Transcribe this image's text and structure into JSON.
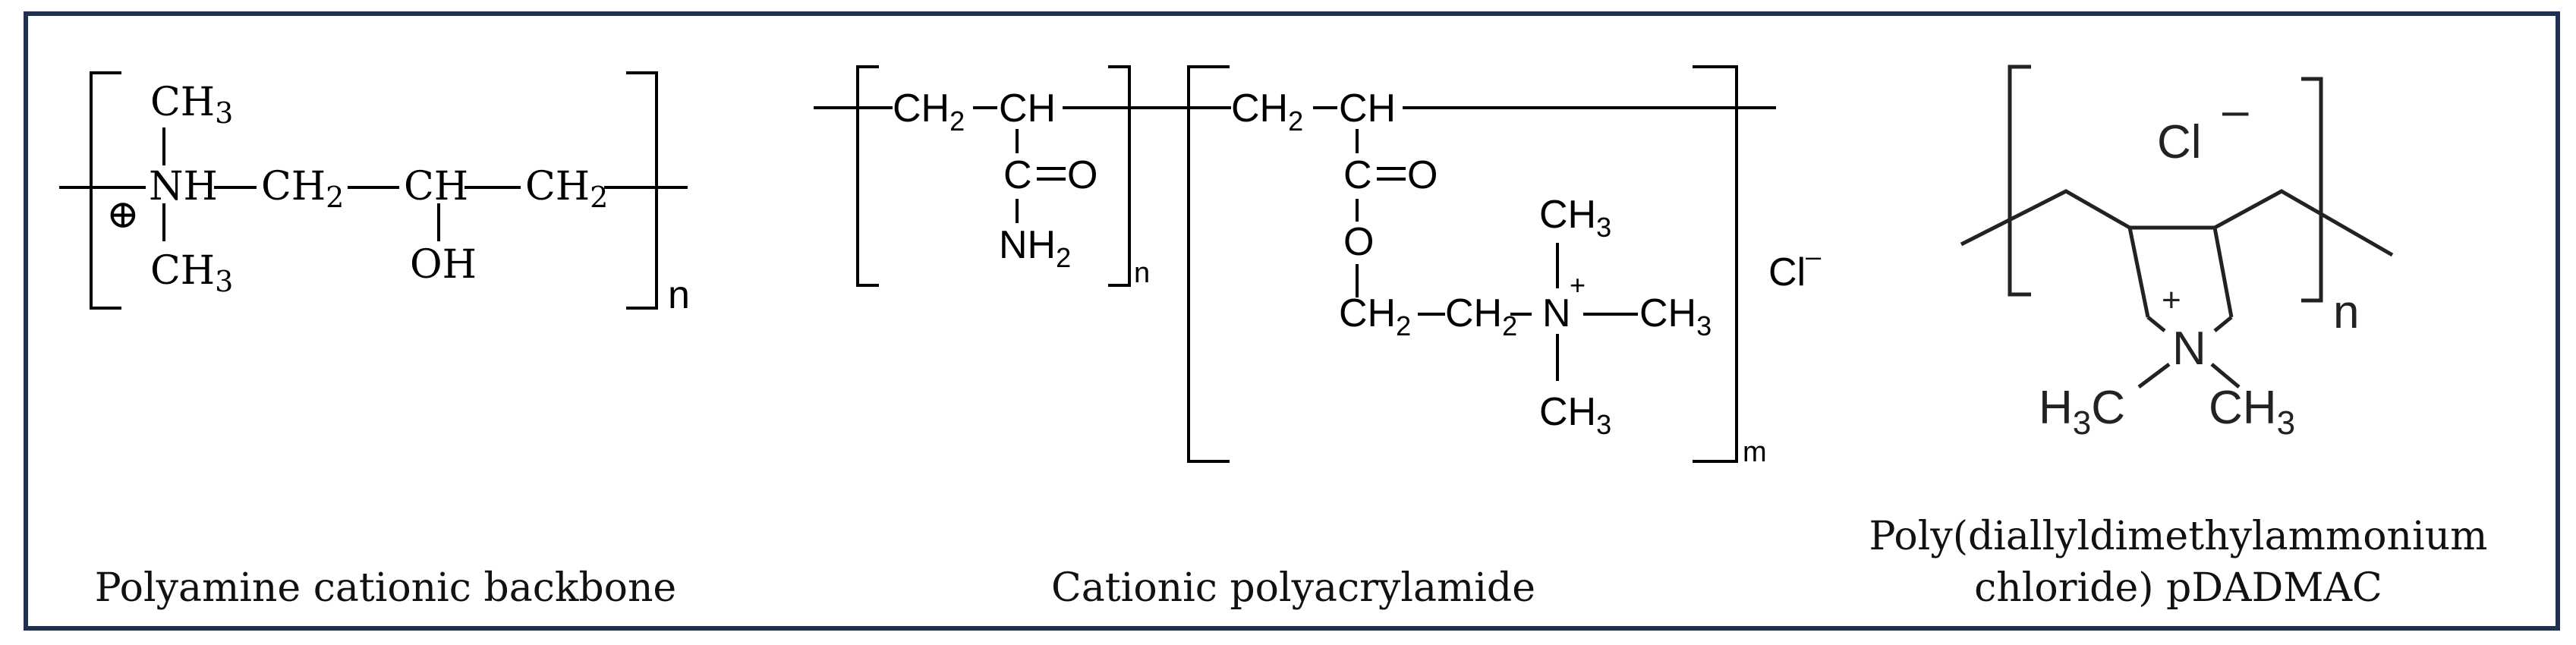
{
  "captions": {
    "polyamine": "Polyamine cationic backbone",
    "cpam": "Cationic polyacrylamide",
    "pdadmac_line1": "Poly(diallyldimethylammonium",
    "pdadmac_line2": "chloride)  pDADMAC"
  },
  "polyamine": {
    "plus": "⊕",
    "n_label": "n"
  },
  "cpam": {
    "n_label": "n",
    "m_label": "m"
  },
  "pdadmac": {
    "n_label": "n"
  }
}
